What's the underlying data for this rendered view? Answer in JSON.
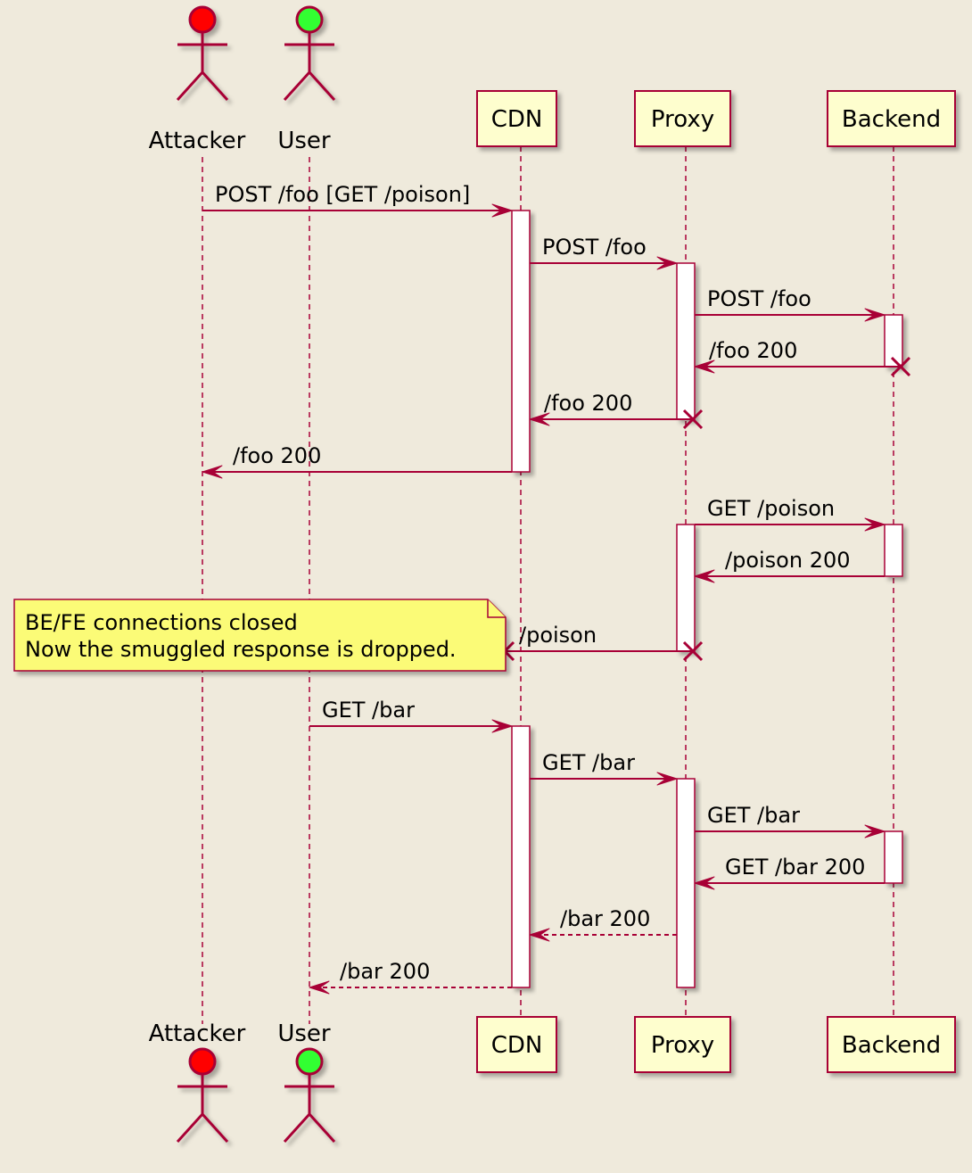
{
  "participants": [
    {
      "id": "attacker",
      "label": "Attacker",
      "kind": "actor",
      "color": "#FF0000"
    },
    {
      "id": "user",
      "label": "User",
      "kind": "actor",
      "color": "#33FF33"
    },
    {
      "id": "cdn",
      "label": "CDN",
      "kind": "box"
    },
    {
      "id": "proxy",
      "label": "Proxy",
      "kind": "box"
    },
    {
      "id": "backend",
      "label": "Backend",
      "kind": "box"
    }
  ],
  "messages": [
    {
      "from": "attacker",
      "to": "cdn",
      "label": "POST /foo [GET /poison]",
      "style": "solid",
      "end": "arrow"
    },
    {
      "from": "cdn",
      "to": "proxy",
      "label": "POST /foo",
      "style": "solid",
      "end": "arrow"
    },
    {
      "from": "proxy",
      "to": "backend",
      "label": "POST /foo",
      "style": "solid",
      "end": "arrow"
    },
    {
      "from": "backend",
      "to": "proxy",
      "label": "/foo 200",
      "style": "solid",
      "end": "arrow",
      "start": "cross"
    },
    {
      "from": "proxy",
      "to": "cdn",
      "label": "/foo 200",
      "style": "solid",
      "end": "arrow",
      "start": "cross"
    },
    {
      "from": "cdn",
      "to": "attacker",
      "label": "/foo 200",
      "style": "solid",
      "end": "arrow"
    },
    {
      "from": "proxy",
      "to": "backend",
      "label": "GET /poison",
      "style": "solid",
      "end": "arrow"
    },
    {
      "from": "backend",
      "to": "proxy",
      "label": "/poison 200",
      "style": "solid",
      "end": "arrow"
    },
    {
      "from": "proxy",
      "to": "cdn",
      "label": "/poison",
      "style": "solid",
      "end": "cross",
      "start": "cross"
    },
    {
      "from": "user",
      "to": "cdn",
      "label": "GET /bar",
      "style": "solid",
      "end": "arrow"
    },
    {
      "from": "cdn",
      "to": "proxy",
      "label": "GET /bar",
      "style": "solid",
      "end": "arrow"
    },
    {
      "from": "proxy",
      "to": "backend",
      "label": "GET /bar",
      "style": "solid",
      "end": "arrow"
    },
    {
      "from": "backend",
      "to": "proxy",
      "label": "GET /bar 200",
      "style": "solid",
      "end": "arrow"
    },
    {
      "from": "proxy",
      "to": "cdn",
      "label": "/bar 200",
      "style": "dashed",
      "end": "arrow"
    },
    {
      "from": "cdn",
      "to": "user",
      "label": "/bar 200",
      "style": "dashed",
      "end": "arrow"
    }
  ],
  "note": {
    "lines": [
      "BE/FE connections closed",
      "Now the smuggled response is dropped."
    ]
  },
  "colors": {
    "background": "#EFEADC",
    "line": "#A80036",
    "box_fill": "#FEFECE",
    "activation_fill": "#FFFFFF",
    "note_fill": "#FBFB77"
  }
}
